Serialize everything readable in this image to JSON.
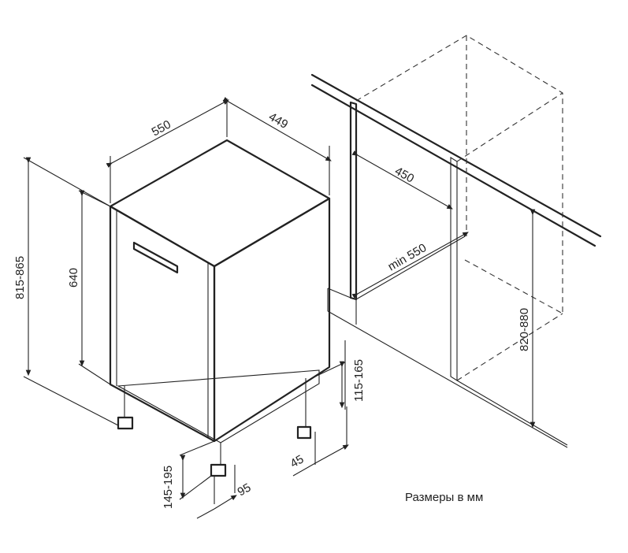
{
  "dimensions": {
    "width_550": "550",
    "depth_449": "449",
    "height_total": "815-865",
    "height_body": "640",
    "leg_front": "145-195",
    "offset_95": "95",
    "offset_45": "45",
    "plinth_rear": "115-165",
    "niche_depth": "450",
    "niche_width": "min 550",
    "niche_height": "820-880"
  },
  "note": "Размеры в мм",
  "colors": {
    "line": "#222222",
    "background": "#ffffff"
  }
}
